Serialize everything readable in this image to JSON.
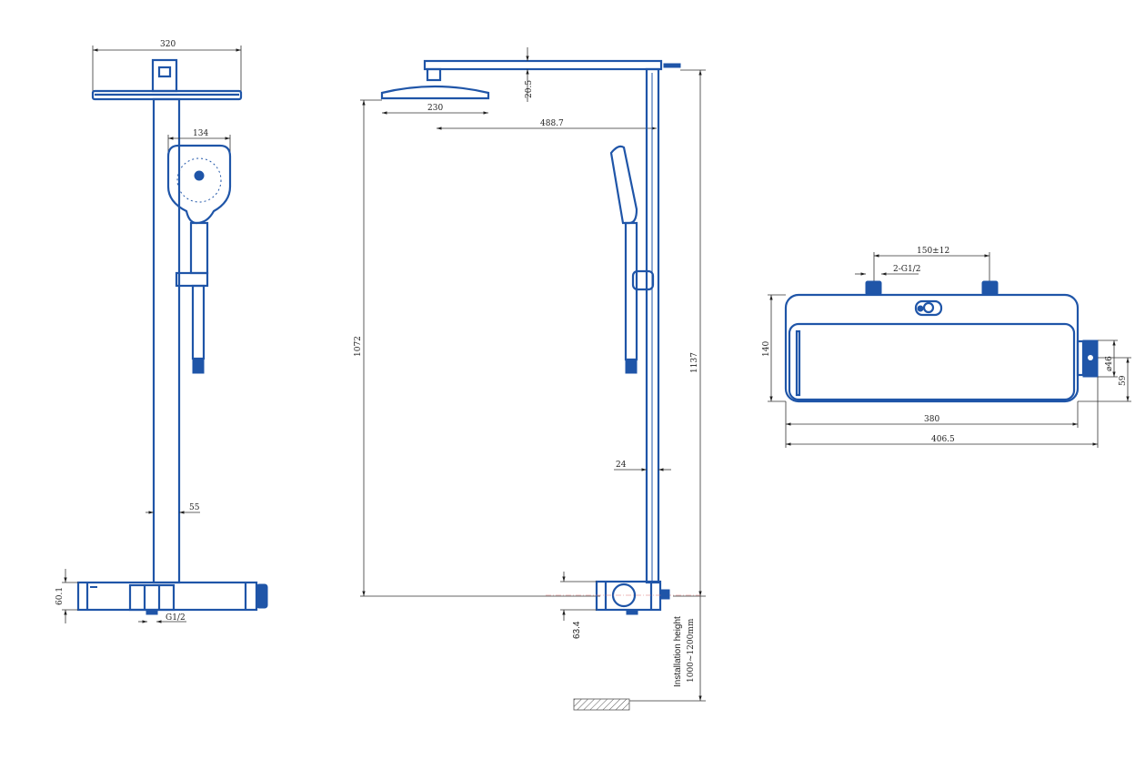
{
  "front_view": {
    "dim_head_width": "320",
    "dim_hand_shower_width": "134",
    "dim_pole_diameter": "55",
    "dim_valve_height": "60.1",
    "dim_outlet_thread": "G1/2"
  },
  "side_view": {
    "dim_arm_drop": "20.5",
    "dim_head_diameter": "230",
    "dim_arm_reach": "488.7",
    "dim_head_height": "1072",
    "dim_total_height": "1137",
    "dim_pole_offset": "24",
    "dim_valve_depth": "63.4",
    "installation_label": "Installation height",
    "installation_range": "1000~1200mm"
  },
  "top_view": {
    "dim_inlet_spacing": "150±12",
    "dim_inlet_thread": "2-G1/2",
    "dim_body_depth": "140",
    "dim_knob_diameter": "⌀46",
    "dim_knob_offset": "59",
    "dim_body_length": "380",
    "dim_overall_length": "406.5"
  },
  "colors": {
    "line": "#1f55a8"
  }
}
